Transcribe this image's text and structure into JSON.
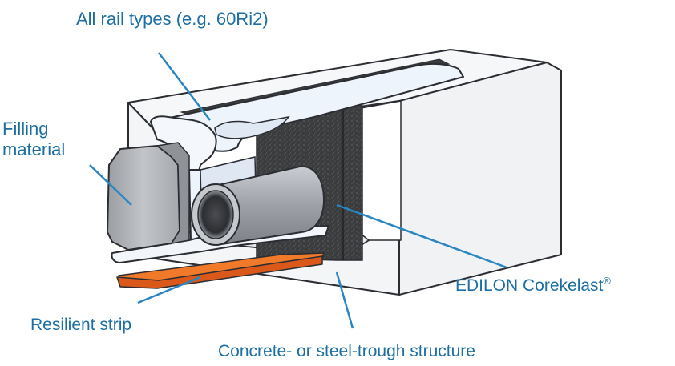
{
  "labels": {
    "rail_types": "All rail types (e.g. 60Ri2)",
    "filling_line1": "Filling",
    "filling_line2": "material",
    "edilon": "EDILON Corekelast",
    "edilon_mark": "®",
    "resilient_strip": "Resilient strip",
    "trough": "Concrete- or steel-trough structure"
  },
  "colors": {
    "label_text": "#1d6fa3",
    "leader_line": "#2a86c0",
    "trough_face": "#f4f5f7",
    "trough_inner": "#e6e8ec",
    "outline": "#2b2d33",
    "rail_fill": "#eef4fb",
    "corekelast": "#3a3b3d",
    "filling_block": "#b7b9bd",
    "pipe": "#a7abb1",
    "resilient_strip": "#e86a1f"
  }
}
